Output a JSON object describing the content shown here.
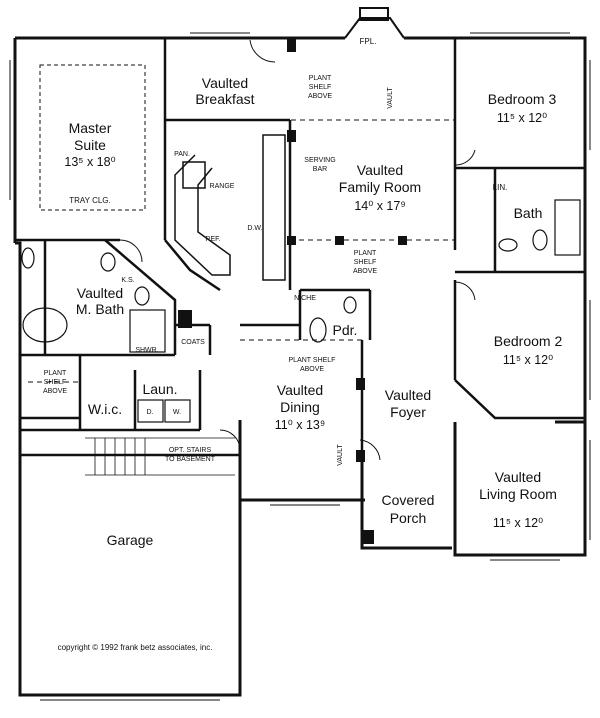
{
  "rooms": {
    "master_name_1": "Master",
    "master_name_2": "Suite",
    "master_dim": "13⁵ x 18⁰",
    "tray_clg": "TRAY CLG.",
    "breakfast_1": "Vaulted",
    "breakfast_2": "Breakfast",
    "family_1": "Vaulted",
    "family_2": "Family Room",
    "family_dim": "14⁰ x 17⁹",
    "bedroom3": "Bedroom 3",
    "bedroom3_dim": "11⁵ x 12⁰",
    "bath": "Bath",
    "lin": "LIN.",
    "bedroom2": "Bedroom 2",
    "bedroom2_dim": "11⁵ x 12⁰",
    "mbath_1": "Vaulted",
    "mbath_2": "M. Bath",
    "pdr": "Pdr.",
    "laun": "Laun.",
    "wic": "W.i.c.",
    "dining_1": "Vaulted",
    "dining_2": "Dining",
    "dining_dim": "11⁰ x 13⁹",
    "foyer_1": "Vaulted",
    "foyer_2": "Foyer",
    "living_1": "Vaulted",
    "living_2": "Living Room",
    "living_dim": "11⁵ x 12⁰",
    "porch_1": "Covered",
    "porch_2": "Porch",
    "garage": "Garage"
  },
  "notes": {
    "fpl": "FPL.",
    "plant_shelf_top_1": "PLANT",
    "plant_shelf_top_2": "SHELF",
    "plant_shelf_top_3": "ABOVE",
    "vault": "VAULT",
    "pan": "PAN.",
    "range": "RANGE",
    "ref": "REF.",
    "serving_1": "SERVING",
    "serving_2": "BAR",
    "dw": "D.W.",
    "plant_shelf_fr_1": "PLANT",
    "plant_shelf_fr_2": "SHELF",
    "plant_shelf_fr_3": "ABOVE",
    "niche": "NICHE",
    "ks": "K.S.",
    "shwr": "SHWR.",
    "coats": "COATS",
    "plant_shelf_mb_1": "PLANT",
    "plant_shelf_mb_2": "SHELF",
    "plant_shelf_mb_3": "ABOVE",
    "plant_shelf_dn": "PLANT SHELF",
    "plant_shelf_dn_2": "ABOVE",
    "washer": "W.",
    "dryer": "D.",
    "opt_stairs_1": "OPT. STAIRS",
    "opt_stairs_2": "TO BASEMENT",
    "vault_dining": "VAULT"
  },
  "copyright": "copyright © 1992 frank betz associates, inc."
}
